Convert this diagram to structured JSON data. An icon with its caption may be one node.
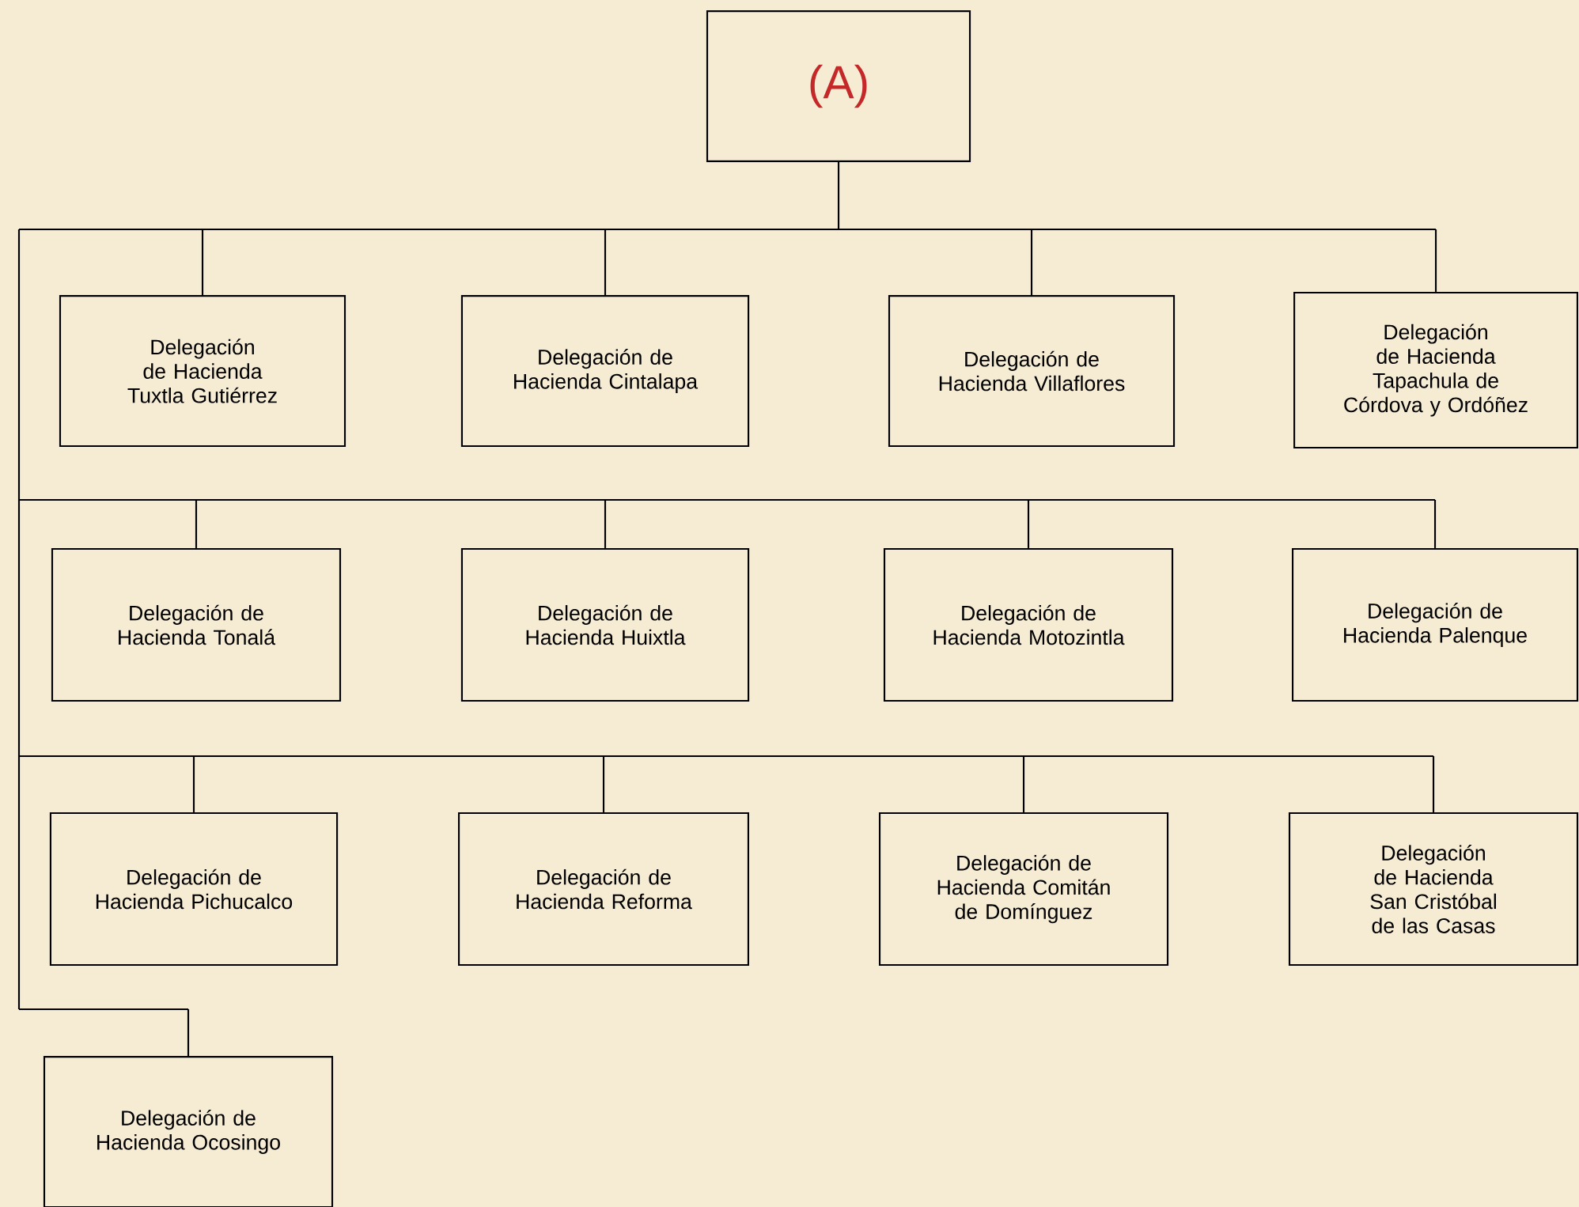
{
  "diagram": {
    "nodes": [
      {
        "text": [
          "(A)"
        ]
      },
      {
        "text": [
          "Delegación de Hacienda Tuxtla Gutiérrez"
        ]
      },
      {
        "text": [
          "Delegación de Hacienda Cintalapa"
        ]
      },
      {
        "text": [
          "Delegación de Hacienda Villaflores"
        ]
      },
      {
        "text": [
          "Delegación de Hacienda Tapachula de Córdova y Ordóñez"
        ]
      },
      {
        "text": [
          "Delegación de Hacienda Tonalá"
        ]
      },
      {
        "text": [
          "Delegación de Hacienda Huixtla"
        ]
      },
      {
        "text": [
          "Delegación de Hacienda Motozintla"
        ]
      },
      {
        "text": [
          "Delegación de Hacienda Palenque"
        ]
      },
      {
        "text": [
          "Delegación de Hacienda Pichucalco"
        ]
      },
      {
        "text": [
          "Delegación de Hacienda Reforma"
        ]
      },
      {
        "text": [
          "Delegación de Hacienda Comitán de Domínguez"
        ]
      },
      {
        "text": [
          "Delegación de Hacienda San Cristóbal de las Casas"
        ]
      },
      {
        "text": [
          "Delegación de Hacienda Ocosingo"
        ]
      }
    ],
    "edges": [
      {
        "from": 0,
        "to": 1,
        "arrow": "none"
      },
      {
        "from": 0,
        "to": 2,
        "arrow": "none"
      },
      {
        "from": 0,
        "to": 3,
        "arrow": "none"
      },
      {
        "from": 0,
        "to": 4,
        "arrow": "none"
      },
      {
        "from": 0,
        "to": 5,
        "arrow": "none"
      },
      {
        "from": 0,
        "to": 6,
        "arrow": "none"
      },
      {
        "from": 0,
        "to": 7,
        "arrow": "none"
      },
      {
        "from": 0,
        "to": 8,
        "arrow": "none"
      },
      {
        "from": 0,
        "to": 9,
        "arrow": "none"
      },
      {
        "from": 0,
        "to": 10,
        "arrow": "none"
      },
      {
        "from": 0,
        "to": 11,
        "arrow": "none"
      },
      {
        "from": 0,
        "to": 12,
        "arrow": "none"
      },
      {
        "from": 0,
        "to": 13,
        "arrow": "none"
      }
    ]
  }
}
